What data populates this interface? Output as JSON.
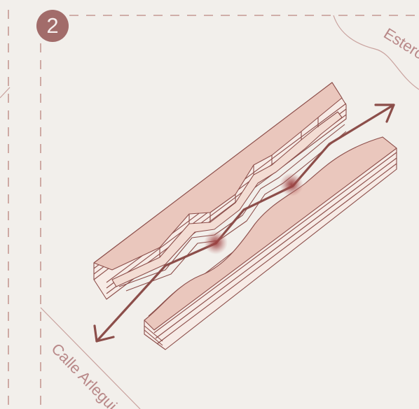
{
  "step_number": "2",
  "streets": {
    "top_right": "Estero",
    "bottom_left": "Calle Arlegui"
  },
  "colors": {
    "background": "#f2efeb",
    "accent": "#a26c6a",
    "block_fill": "#eac7bd",
    "line": "#8c4e4a",
    "dashed": "#c59893",
    "hotspot": "#9b3f3f"
  }
}
